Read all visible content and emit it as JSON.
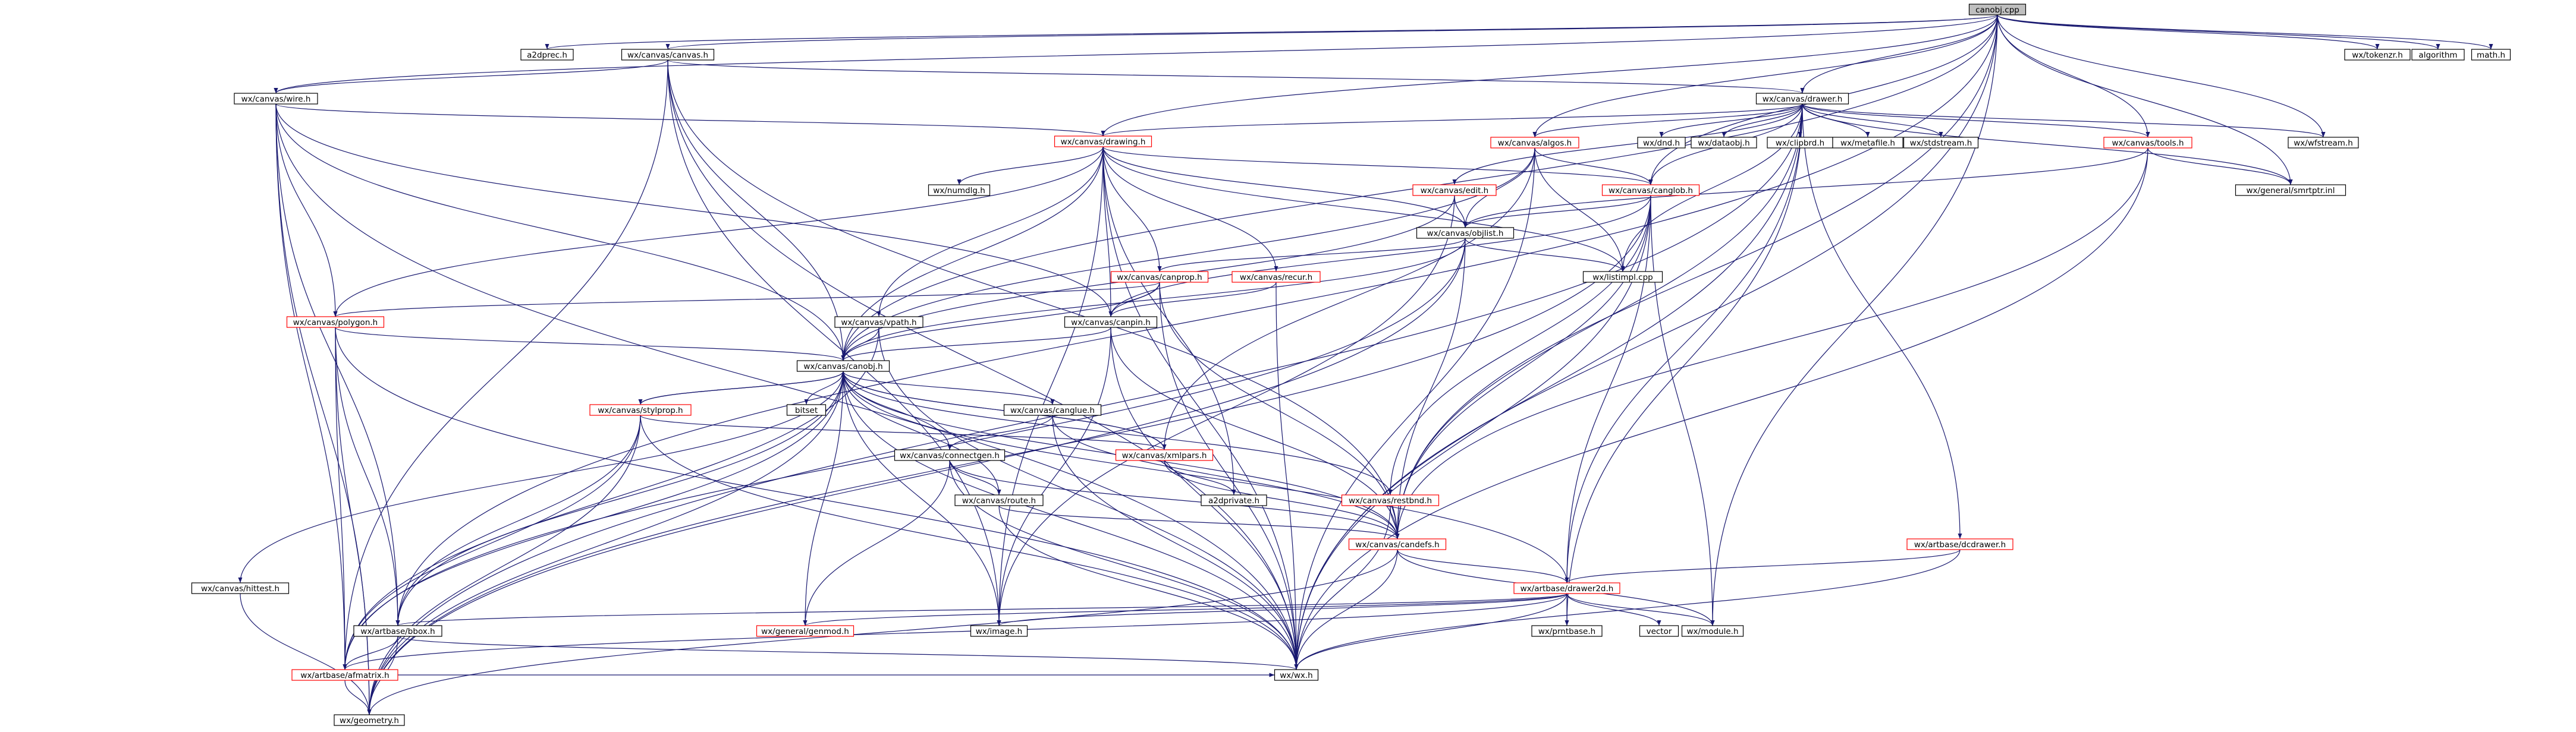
{
  "diagram": {
    "root": "canobj.cpp",
    "nodes": [
      {
        "id": "canobj_cpp",
        "label": "canobj.cpp",
        "style": "root"
      },
      {
        "id": "a2dprec",
        "label": "a2dprec.h",
        "style": "plain"
      },
      {
        "id": "canvas_h",
        "label": "wx/canvas/canvas.h",
        "style": "black"
      },
      {
        "id": "tokenzr",
        "label": "wx/tokenzr.h",
        "style": "plain"
      },
      {
        "id": "algorithm",
        "label": "algorithm",
        "style": "plain"
      },
      {
        "id": "math",
        "label": "math.h",
        "style": "plain"
      },
      {
        "id": "wire_h",
        "label": "wx/canvas/wire.h",
        "style": "black"
      },
      {
        "id": "drawer_h",
        "label": "wx/canvas/drawer.h",
        "style": "black"
      },
      {
        "id": "drawing_h",
        "label": "wx/canvas/drawing.h",
        "style": "red"
      },
      {
        "id": "algos_h",
        "label": "wx/canvas/algos.h",
        "style": "red"
      },
      {
        "id": "dnd_h",
        "label": "wx/dnd.h",
        "style": "plain"
      },
      {
        "id": "dataobj_h",
        "label": "wx/dataobj.h",
        "style": "plain"
      },
      {
        "id": "clipbrd_h",
        "label": "wx/clipbrd.h",
        "style": "plain"
      },
      {
        "id": "metafile_h",
        "label": "wx/metafile.h",
        "style": "plain"
      },
      {
        "id": "stdstream_h",
        "label": "wx/stdstream.h",
        "style": "plain"
      },
      {
        "id": "tools_h",
        "label": "wx/canvas/tools.h",
        "style": "red"
      },
      {
        "id": "wfstream_h",
        "label": "wx/wfstream.h",
        "style": "plain"
      },
      {
        "id": "smrtptr_h",
        "label": "wx/general/smrtptr.inl",
        "style": "black"
      },
      {
        "id": "numdlg_h",
        "label": "wx/numdlg.h",
        "style": "plain"
      },
      {
        "id": "edit_h",
        "label": "wx/canvas/edit.h",
        "style": "red"
      },
      {
        "id": "canglob_h",
        "label": "wx/canvas/canglob.h",
        "style": "red"
      },
      {
        "id": "objlist_h",
        "label": "wx/canvas/objlist.h",
        "style": "black"
      },
      {
        "id": "listimpl_cpp",
        "label": "wx/listimpl.cpp",
        "style": "plain"
      },
      {
        "id": "canprop_h",
        "label": "wx/canvas/canprop.h",
        "style": "red"
      },
      {
        "id": "recur_h",
        "label": "wx/canvas/recur.h",
        "style": "red"
      },
      {
        "id": "polygon_h",
        "label": "wx/canvas/polygon.h",
        "style": "red"
      },
      {
        "id": "vpath_h",
        "label": "wx/canvas/vpath.h",
        "style": "black"
      },
      {
        "id": "canpin_h",
        "label": "wx/canvas/canpin.h",
        "style": "black"
      },
      {
        "id": "canobj_h",
        "label": "wx/canvas/canobj.h",
        "style": "black"
      },
      {
        "id": "bitset",
        "label": "bitset",
        "style": "plain"
      },
      {
        "id": "stylprop_h",
        "label": "wx/canvas/stylprop.h",
        "style": "red"
      },
      {
        "id": "canglue_h",
        "label": "wx/canvas/canglue.h",
        "style": "black"
      },
      {
        "id": "xmlpars_h",
        "label": "wx/canvas/xmlpars.h",
        "style": "red"
      },
      {
        "id": "restbnd_h",
        "label": "wx/canvas/restbnd.h",
        "style": "red"
      },
      {
        "id": "connectgen_h",
        "label": "wx/canvas/connectgen.h",
        "style": "black"
      },
      {
        "id": "a2dprivate_h",
        "label": "a2dprivate.h",
        "style": "plain"
      },
      {
        "id": "route_h",
        "label": "wx/canvas/route.h",
        "style": "black"
      },
      {
        "id": "candefs_h",
        "label": "wx/canvas/candefs.h",
        "style": "red"
      },
      {
        "id": "dcdrawer_h",
        "label": "wx/artbase/dcdrawer.h",
        "style": "red"
      },
      {
        "id": "hittest_h",
        "label": "wx/canvas/hittest.h",
        "style": "black"
      },
      {
        "id": "drawer2d_h",
        "label": "wx/artbase/drawer2d.h",
        "style": "red"
      },
      {
        "id": "bbox_h",
        "label": "wx/artbase/bbox.h",
        "style": "black"
      },
      {
        "id": "genmod_h",
        "label": "wx/general/genmod.h",
        "style": "red"
      },
      {
        "id": "image_h",
        "label": "wx/image.h",
        "style": "plain"
      },
      {
        "id": "prntbase_h",
        "label": "wx/prntbase.h",
        "style": "plain"
      },
      {
        "id": "vector",
        "label": "vector",
        "style": "plain"
      },
      {
        "id": "module_h",
        "label": "wx/module.h",
        "style": "plain"
      },
      {
        "id": "afmatrix_h",
        "label": "wx/artbase/afmatrix.h",
        "style": "red"
      },
      {
        "id": "wx_h",
        "label": "wx/wx.h",
        "style": "plain"
      },
      {
        "id": "geometry_h",
        "label": "wx/geometry.h",
        "style": "plain"
      }
    ],
    "edges": [
      [
        "canobj_cpp",
        "a2dprec"
      ],
      [
        "canobj_cpp",
        "canvas_h"
      ],
      [
        "canobj_cpp",
        "tokenzr"
      ],
      [
        "canobj_cpp",
        "algorithm"
      ],
      [
        "canobj_cpp",
        "math"
      ],
      [
        "canobj_cpp",
        "wire_h"
      ],
      [
        "canobj_cpp",
        "drawer_h"
      ],
      [
        "canobj_cpp",
        "drawing_h"
      ],
      [
        "canobj_cpp",
        "algos_h"
      ],
      [
        "canobj_cpp",
        "tools_h"
      ],
      [
        "canobj_cpp",
        "wfstream_h"
      ],
      [
        "canobj_cpp",
        "smrtptr_h"
      ],
      [
        "canobj_cpp",
        "canglob_h"
      ],
      [
        "canobj_cpp",
        "canobj_h"
      ],
      [
        "canobj_cpp",
        "candefs_h"
      ],
      [
        "canobj_cpp",
        "wx_h"
      ],
      [
        "canobj_cpp",
        "module_h"
      ],
      [
        "canobj_cpp",
        "bbox_h"
      ],
      [
        "canvas_h",
        "drawer_h"
      ],
      [
        "canvas_h",
        "canobj_h"
      ],
      [
        "canvas_h",
        "wx_h"
      ],
      [
        "canvas_h",
        "candefs_h"
      ],
      [
        "canvas_h",
        "image_h"
      ],
      [
        "canvas_h",
        "afmatrix_h"
      ],
      [
        "canvas_h",
        "wire_h"
      ],
      [
        "wire_h",
        "drawing_h"
      ],
      [
        "wire_h",
        "polygon_h"
      ],
      [
        "wire_h",
        "canobj_h"
      ],
      [
        "wire_h",
        "canpin_h"
      ],
      [
        "wire_h",
        "wx_h"
      ],
      [
        "wire_h",
        "geometry_h"
      ],
      [
        "wire_h",
        "afmatrix_h"
      ],
      [
        "wire_h",
        "bbox_h"
      ],
      [
        "drawer_h",
        "drawing_h"
      ],
      [
        "drawer_h",
        "algos_h"
      ],
      [
        "drawer_h",
        "dnd_h"
      ],
      [
        "drawer_h",
        "dataobj_h"
      ],
      [
        "drawer_h",
        "clipbrd_h"
      ],
      [
        "drawer_h",
        "metafile_h"
      ],
      [
        "drawer_h",
        "stdstream_h"
      ],
      [
        "drawer_h",
        "tools_h"
      ],
      [
        "drawer_h",
        "wfstream_h"
      ],
      [
        "drawer_h",
        "smrtptr_h"
      ],
      [
        "drawer_h",
        "edit_h"
      ],
      [
        "drawer_h",
        "canglob_h"
      ],
      [
        "drawer_h",
        "dcdrawer_h"
      ],
      [
        "drawer_h",
        "candefs_h"
      ],
      [
        "drawer_h",
        "wx_h"
      ],
      [
        "drawer_h",
        "listimpl_cpp"
      ],
      [
        "drawer_h",
        "geometry_h"
      ],
      [
        "drawer_h",
        "prntbase_h"
      ],
      [
        "drawer_h",
        "drawer2d_h"
      ],
      [
        "drawing_h",
        "numdlg_h"
      ],
      [
        "drawing_h",
        "canglob_h"
      ],
      [
        "drawing_h",
        "objlist_h"
      ],
      [
        "drawing_h",
        "canprop_h"
      ],
      [
        "drawing_h",
        "recur_h"
      ],
      [
        "drawing_h",
        "polygon_h"
      ],
      [
        "drawing_h",
        "vpath_h"
      ],
      [
        "drawing_h",
        "canpin_h"
      ],
      [
        "drawing_h",
        "canobj_h"
      ],
      [
        "drawing_h",
        "wx_h"
      ],
      [
        "drawing_h",
        "image_h"
      ],
      [
        "drawing_h",
        "a2dprivate_h"
      ],
      [
        "drawing_h",
        "listimpl_cpp"
      ],
      [
        "algos_h",
        "canglob_h"
      ],
      [
        "algos_h",
        "objlist_h"
      ],
      [
        "algos_h",
        "canobj_h"
      ],
      [
        "algos_h",
        "xmlpars_h"
      ],
      [
        "algos_h",
        "wx_h"
      ],
      [
        "algos_h",
        "listimpl_cpp"
      ],
      [
        "tools_h",
        "smrtptr_h"
      ],
      [
        "tools_h",
        "objlist_h"
      ],
      [
        "tools_h",
        "candefs_h"
      ],
      [
        "tools_h",
        "wx_h"
      ],
      [
        "edit_h",
        "objlist_h"
      ],
      [
        "edit_h",
        "canobj_h"
      ],
      [
        "edit_h",
        "image_h"
      ],
      [
        "canglob_h",
        "objlist_h"
      ],
      [
        "canglob_h",
        "canpin_h"
      ],
      [
        "canglob_h",
        "restbnd_h"
      ],
      [
        "canglob_h",
        "candefs_h"
      ],
      [
        "canglob_h",
        "drawer2d_h"
      ],
      [
        "canglob_h",
        "module_h"
      ],
      [
        "canglob_h",
        "wx_h"
      ],
      [
        "canglob_h",
        "geometry_h"
      ],
      [
        "objlist_h",
        "listimpl_cpp"
      ],
      [
        "objlist_h",
        "canprop_h"
      ],
      [
        "objlist_h",
        "canobj_h"
      ],
      [
        "objlist_h",
        "candefs_h"
      ],
      [
        "objlist_h",
        "afmatrix_h"
      ],
      [
        "objlist_h",
        "geometry_h"
      ],
      [
        "canprop_h",
        "canpin_h"
      ],
      [
        "canprop_h",
        "canobj_h"
      ],
      [
        "canprop_h",
        "polygon_h"
      ],
      [
        "canprop_h",
        "candefs_h"
      ],
      [
        "canprop_h",
        "wx_h"
      ],
      [
        "recur_h",
        "canpin_h"
      ],
      [
        "recur_h",
        "wx_h"
      ],
      [
        "polygon_h",
        "canobj_h"
      ],
      [
        "polygon_h",
        "bbox_h"
      ],
      [
        "polygon_h",
        "afmatrix_h"
      ],
      [
        "polygon_h",
        "wx_h"
      ],
      [
        "polygon_h",
        "geometry_h"
      ],
      [
        "vpath_h",
        "canobj_h"
      ],
      [
        "vpath_h",
        "afmatrix_h"
      ],
      [
        "vpath_h",
        "wx_h"
      ],
      [
        "canpin_h",
        "canobj_h"
      ],
      [
        "canpin_h",
        "candefs_h"
      ],
      [
        "canpin_h",
        "image_h"
      ],
      [
        "canpin_h",
        "wx_h"
      ],
      [
        "canobj_h",
        "bitset"
      ],
      [
        "canobj_h",
        "stylprop_h"
      ],
      [
        "canobj_h",
        "canglue_h"
      ],
      [
        "canobj_h",
        "xmlpars_h"
      ],
      [
        "canobj_h",
        "restbnd_h"
      ],
      [
        "canobj_h",
        "connectgen_h"
      ],
      [
        "canobj_h",
        "route_h"
      ],
      [
        "canobj_h",
        "candefs_h"
      ],
      [
        "canobj_h",
        "hittest_h"
      ],
      [
        "canobj_h",
        "drawer2d_h"
      ],
      [
        "canobj_h",
        "bbox_h"
      ],
      [
        "canobj_h",
        "genmod_h"
      ],
      [
        "canobj_h",
        "image_h"
      ],
      [
        "canobj_h",
        "afmatrix_h"
      ],
      [
        "canobj_h",
        "wx_h"
      ],
      [
        "canobj_h",
        "geometry_h"
      ],
      [
        "stylprop_h",
        "xmlpars_h"
      ],
      [
        "stylprop_h",
        "bbox_h"
      ],
      [
        "stylprop_h",
        "afmatrix_h"
      ],
      [
        "stylprop_h",
        "wx_h"
      ],
      [
        "stylprop_h",
        "geometry_h"
      ],
      [
        "stylprop_h",
        "canobj_h"
      ],
      [
        "canglue_h",
        "connectgen_h"
      ],
      [
        "canglue_h",
        "candefs_h"
      ],
      [
        "canglue_h",
        "wx_h"
      ],
      [
        "xmlpars_h",
        "a2dprivate_h"
      ],
      [
        "xmlpars_h",
        "candefs_h"
      ],
      [
        "xmlpars_h",
        "canobj_h"
      ],
      [
        "restbnd_h",
        "candefs_h"
      ],
      [
        "restbnd_h",
        "wx_h"
      ],
      [
        "connectgen_h",
        "route_h"
      ],
      [
        "connectgen_h",
        "candefs_h"
      ],
      [
        "connectgen_h",
        "genmod_h"
      ],
      [
        "connectgen_h",
        "wx_h"
      ],
      [
        "route_h",
        "candefs_h"
      ],
      [
        "route_h",
        "wx_h"
      ],
      [
        "candefs_h",
        "drawer2d_h"
      ],
      [
        "candefs_h",
        "module_h"
      ],
      [
        "candefs_h",
        "wx_h"
      ],
      [
        "candefs_h",
        "geometry_h"
      ],
      [
        "dcdrawer_h",
        "drawer2d_h"
      ],
      [
        "dcdrawer_h",
        "wx_h"
      ],
      [
        "hittest_h",
        "geometry_h"
      ],
      [
        "drawer2d_h",
        "bbox_h"
      ],
      [
        "drawer2d_h",
        "genmod_h"
      ],
      [
        "drawer2d_h",
        "image_h"
      ],
      [
        "drawer2d_h",
        "prntbase_h"
      ],
      [
        "drawer2d_h",
        "vector"
      ],
      [
        "drawer2d_h",
        "module_h"
      ],
      [
        "drawer2d_h",
        "afmatrix_h"
      ],
      [
        "drawer2d_h",
        "wx_h"
      ],
      [
        "bbox_h",
        "afmatrix_h"
      ],
      [
        "bbox_h",
        "wx_h"
      ],
      [
        "bbox_h",
        "geometry_h"
      ],
      [
        "afmatrix_h",
        "geometry_h"
      ],
      [
        "afmatrix_h",
        "wx_h"
      ]
    ]
  }
}
